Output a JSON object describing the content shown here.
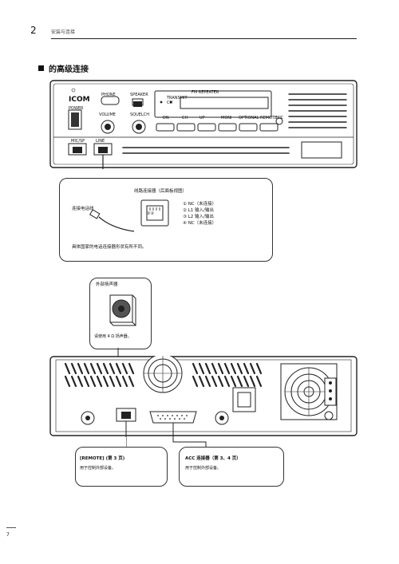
{
  "header": {
    "page_number": "2",
    "section_title": "安装与连接"
  },
  "section": {
    "heading": "的高级连接"
  },
  "front_panel": {
    "brand": "ICOM",
    "power": "POWER",
    "phone": "PHONE",
    "speaker": "SPEAKER",
    "volume": "VOLUME",
    "squelch": "SQUELCH",
    "display_title": "FM REPEATER",
    "leds": [
      "TRANSMIT",
      "CH"
    ],
    "buttons": [
      "DN",
      "CH",
      "UP",
      "MONI",
      "OPTIONAL",
      "REMOTE"
    ],
    "mic": "MIC",
    "mic_bottom": "MIC/SP",
    "line": "LINE"
  },
  "line_callout": {
    "title": "线路连接器（后面板视图）",
    "label": "连接电话线",
    "pins": [
      "NC（未连接）",
      "L1 输入/输出",
      "L2 输入/输出",
      "NC（未连接）"
    ],
    "pin_numbers": [
      "①",
      "②",
      "③",
      "④"
    ],
    "note": "具体国家的电话连接器形状有所不同。"
  },
  "speaker_callout": {
    "title": "外部扬声器",
    "note": "请使用 4 Ω 扬声器。"
  },
  "remote_callout": {
    "title": "[REMOTE] (第 3 页)",
    "desc": "用于控制外部设备。"
  },
  "acc_callout": {
    "title": "ACC 连接器（第 3、4 页）",
    "desc": "用于控制外部设备。"
  },
  "footer": {
    "page": "7"
  }
}
